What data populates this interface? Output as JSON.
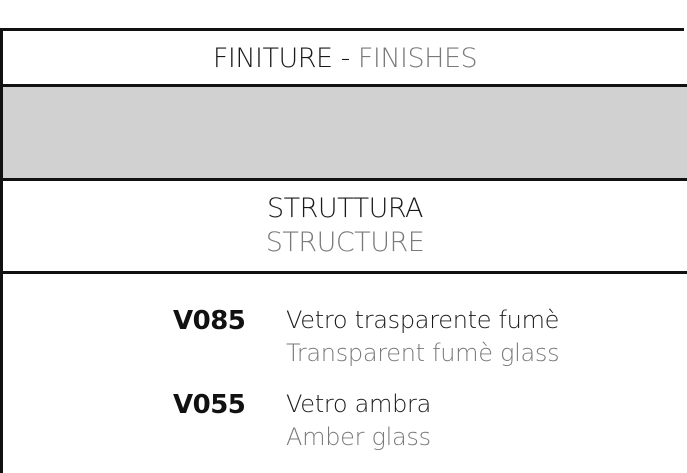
{
  "header": {
    "it": "FINITURE",
    "separator": "-",
    "en": "FINISHES"
  },
  "structure": {
    "it": "STRUTTURA",
    "en": "STRUCTURE"
  },
  "finishes": [
    {
      "code": "V085",
      "it": "Vetro trasparente fumè",
      "en": "Transparent fumè glass"
    },
    {
      "code": "V055",
      "it": "Vetro ambra",
      "en": "Amber glass"
    }
  ]
}
